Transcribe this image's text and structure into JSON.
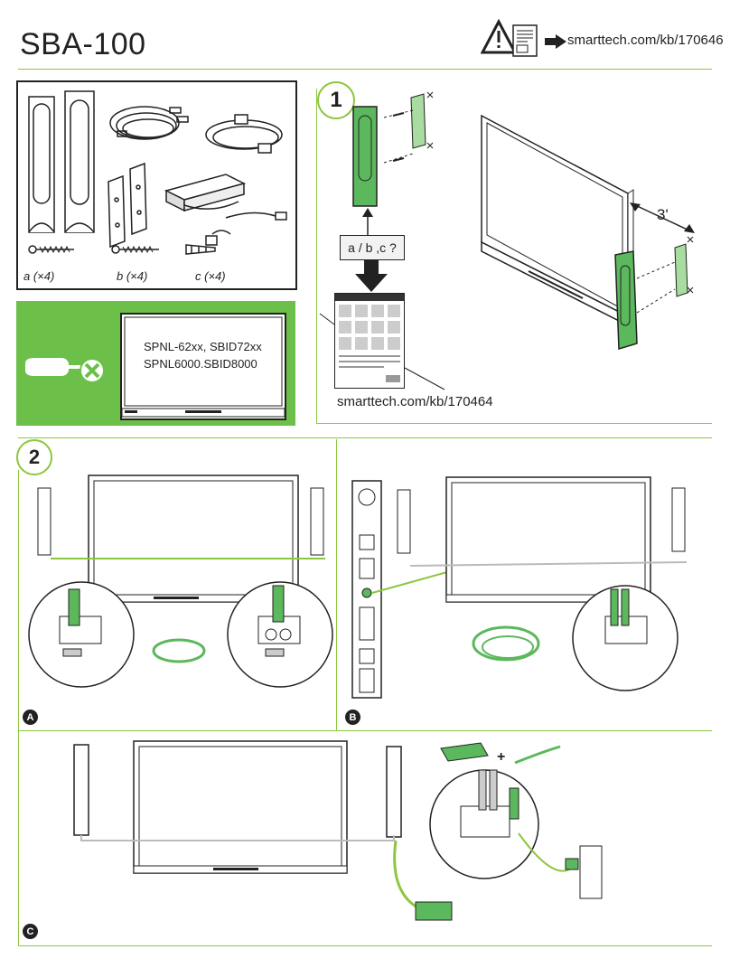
{
  "header": {
    "title": "SBA-100",
    "kb_link": "smarttech.com/kb/170646"
  },
  "parts": {
    "label_a": "a (×4)",
    "label_b": "b (×4)",
    "label_c": "c (×4)"
  },
  "compat": {
    "models_line1": "SPNL-62xx, SBID72xx",
    "models_line2": "SPNL6000.SBID8000"
  },
  "step1": {
    "number": "1",
    "question": "a / b ,c ?",
    "kb_link": "smarttech.com/kb/170464",
    "distance": "3'"
  },
  "step2": {
    "number": "2",
    "sub_a": "A",
    "sub_b": "B",
    "sub_c": "C"
  },
  "colors": {
    "accent_green": "#8dc63f",
    "panel_green": "#6cc04a",
    "speaker_green": "#5cb85c"
  }
}
